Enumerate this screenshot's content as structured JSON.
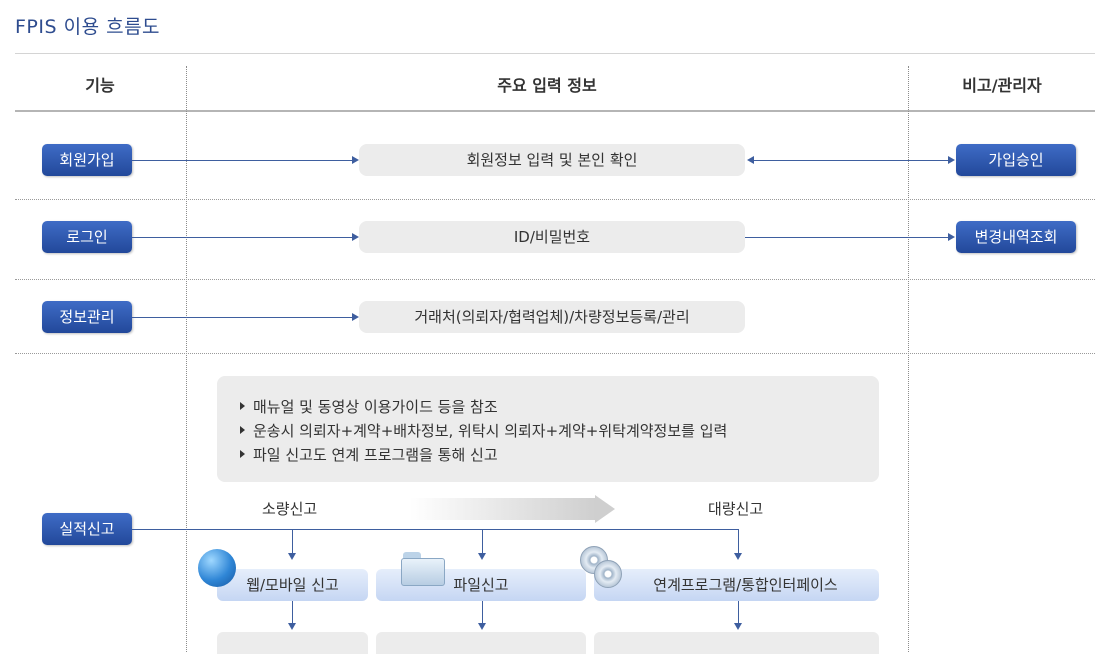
{
  "title": "FPIS 이용 흐름도",
  "columns": {
    "function": "기능",
    "main_input": "주요 입력 정보",
    "note_admin": "비고/관리자"
  },
  "rows": {
    "signup": {
      "badge": "회원가입",
      "info": "회원정보 입력 및 본인 확인",
      "right": "가입승인"
    },
    "login": {
      "badge": "로그인",
      "info": "ID/비밀번호",
      "right": "변경내역조회"
    },
    "info_manage": {
      "badge": "정보관리",
      "info": "거래처(의뢰자/협력업체)/차량정보등록/관리"
    },
    "performance": {
      "badge": "실적신고"
    }
  },
  "notes": [
    "매뉴얼 및 동영상 이용가이드 등을 참조",
    "운송시 의뢰자+계약+배차정보, 위탁시 의뢰자+계약+위탁계약정보를 입력",
    "파일 신고도 연계 프로그램을 통해 신고"
  ],
  "volume": {
    "small": "소량신고",
    "large": "대량신고"
  },
  "methods": {
    "web": "웹/모바일 신고",
    "file": "파일신고",
    "integration": "연계프로그램/통합인터페이스"
  },
  "colors": {
    "badge": "#2b52a5",
    "line": "#3e5e9f",
    "title": "#2e4c8f",
    "pill": "#ececec",
    "method": "#c5d6f3"
  },
  "icons": {
    "web": "globe-icon",
    "file": "folder-icon",
    "integration": "cd-icon"
  }
}
